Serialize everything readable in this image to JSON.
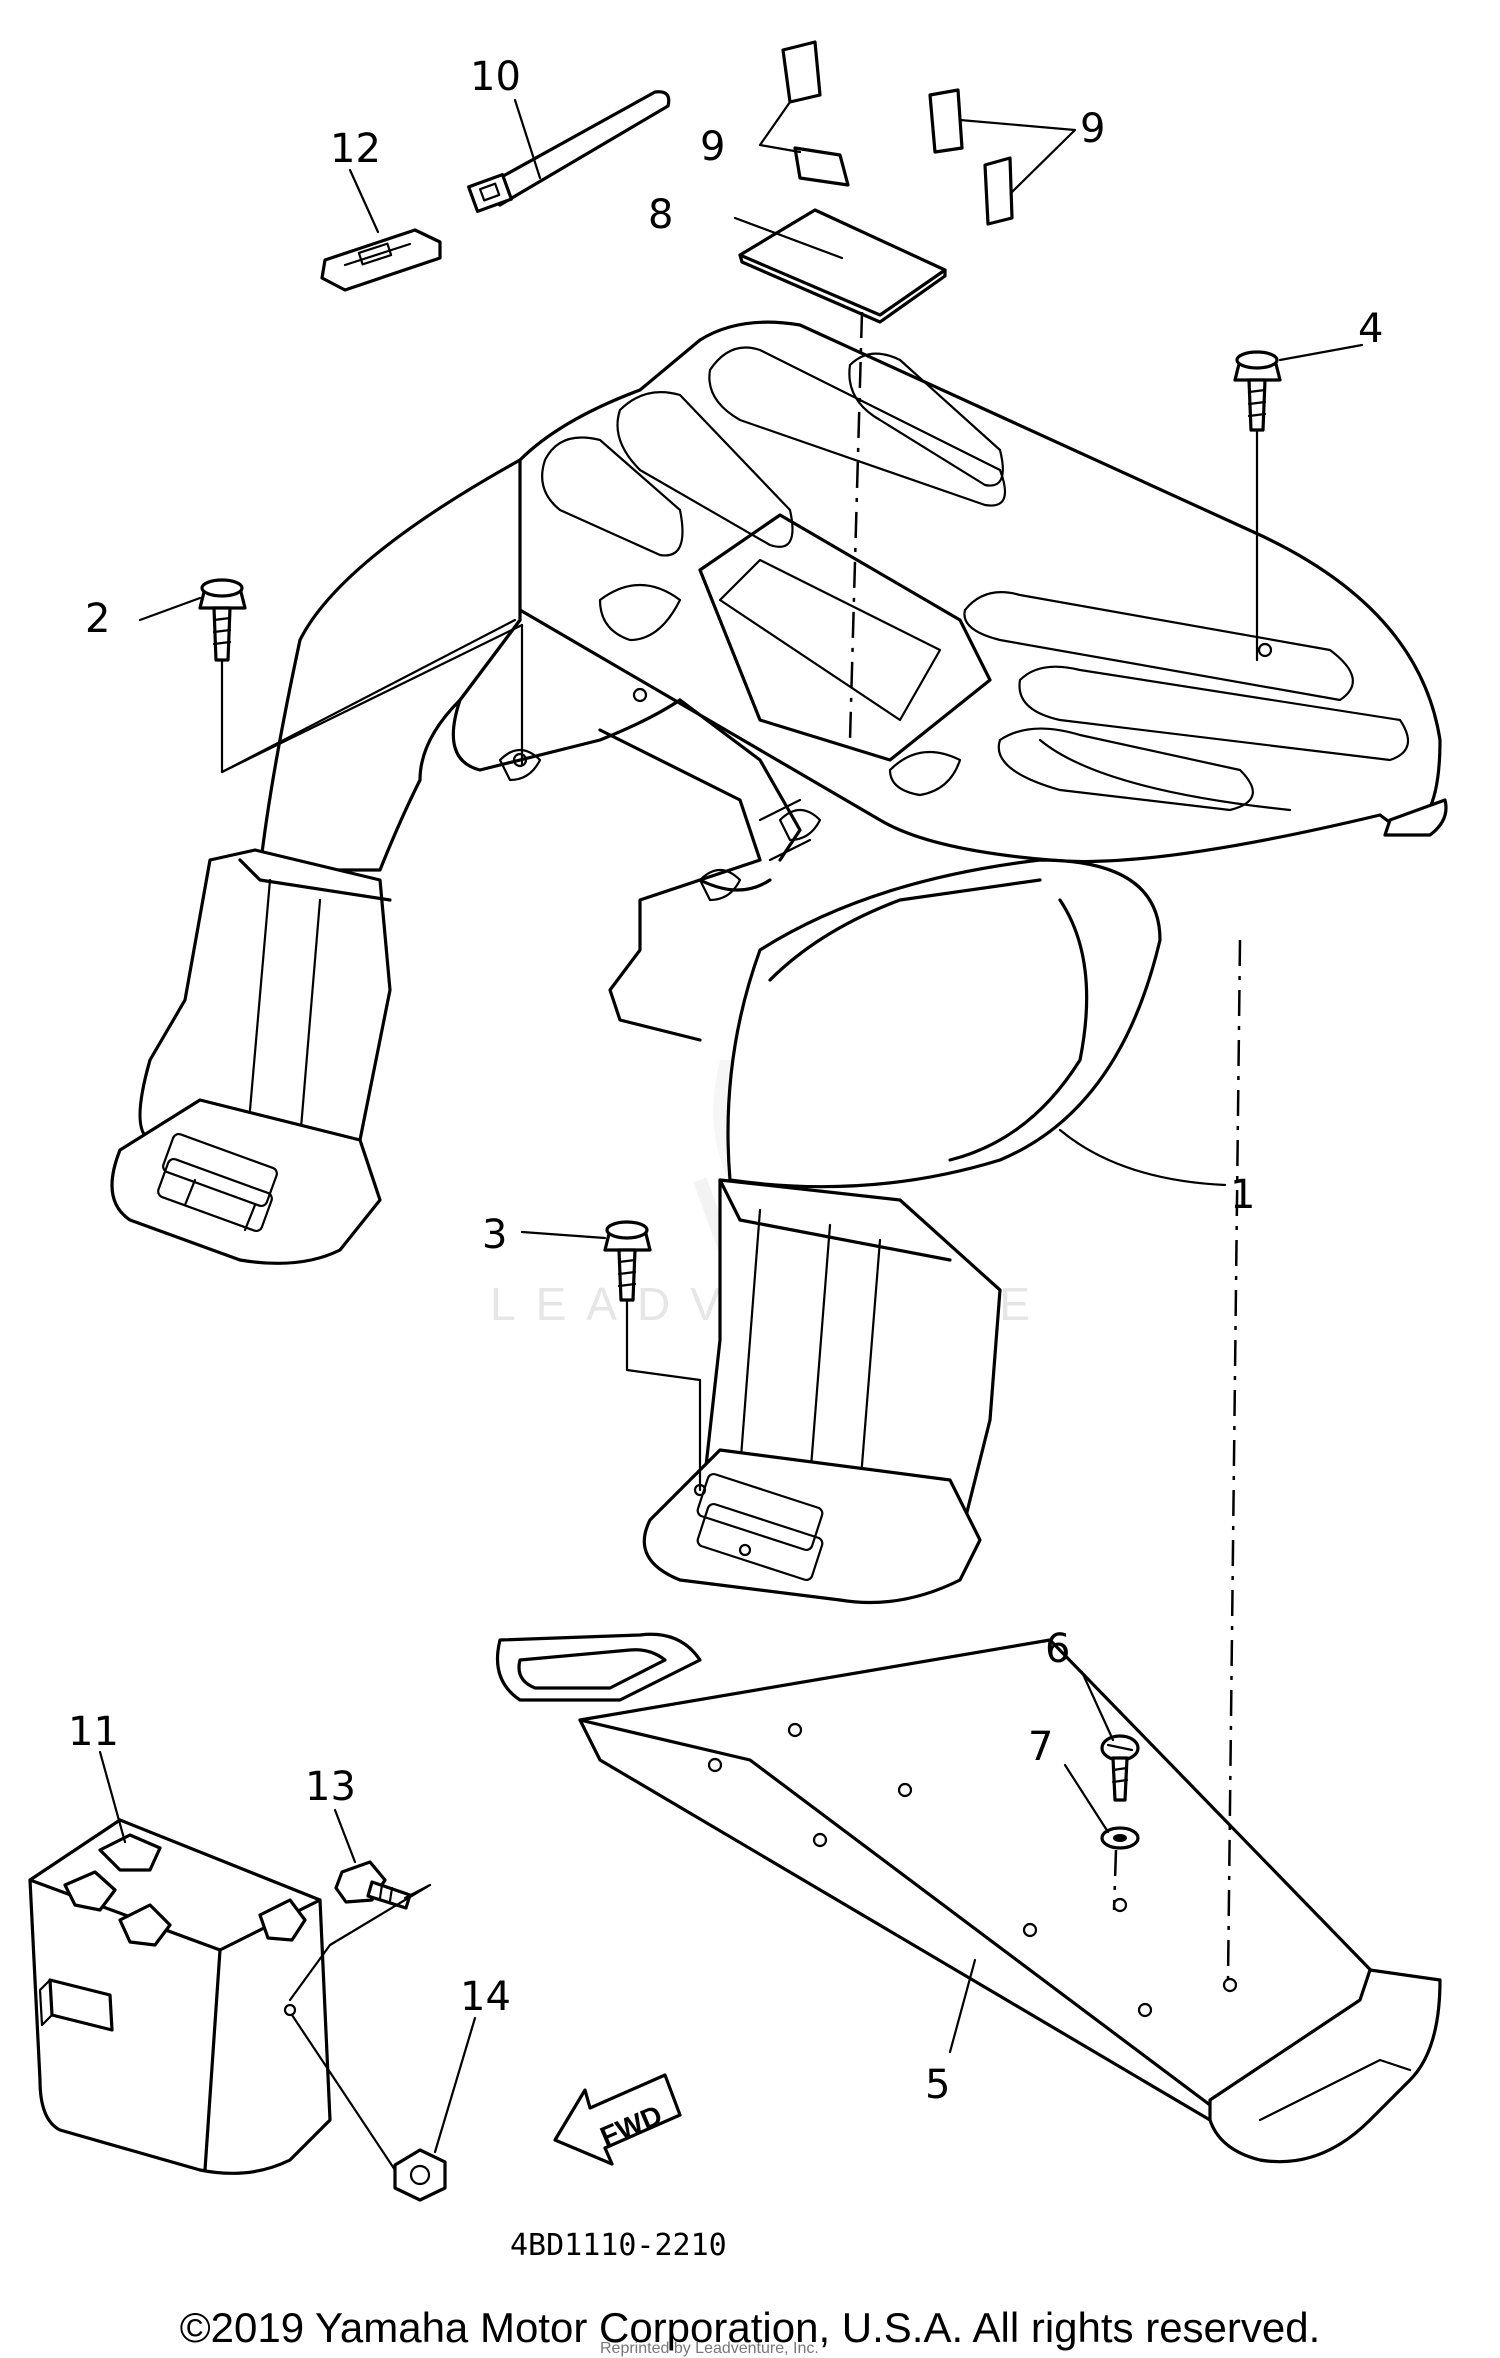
{
  "diagram": {
    "callouts": [
      {
        "id": "1",
        "label": "1"
      },
      {
        "id": "2",
        "label": "2"
      },
      {
        "id": "3",
        "label": "3"
      },
      {
        "id": "4",
        "label": "4"
      },
      {
        "id": "5",
        "label": "5"
      },
      {
        "id": "6",
        "label": "6"
      },
      {
        "id": "7",
        "label": "7"
      },
      {
        "id": "8",
        "label": "8"
      },
      {
        "id": "9",
        "label": "9"
      },
      {
        "id": "10",
        "label": "10"
      },
      {
        "id": "11",
        "label": "11"
      },
      {
        "id": "12",
        "label": "12"
      },
      {
        "id": "13",
        "label": "13"
      },
      {
        "id": "14",
        "label": "14"
      }
    ],
    "fwd_label": "FWD",
    "part_code": "4BD1110-2210",
    "watermark": "LEADVENTURE"
  },
  "footer": {
    "copyright": "©2019 Yamaha Motor Corporation, U.S.A. All rights reserved.",
    "reprint": "Reprinted by Leadventure, Inc."
  }
}
